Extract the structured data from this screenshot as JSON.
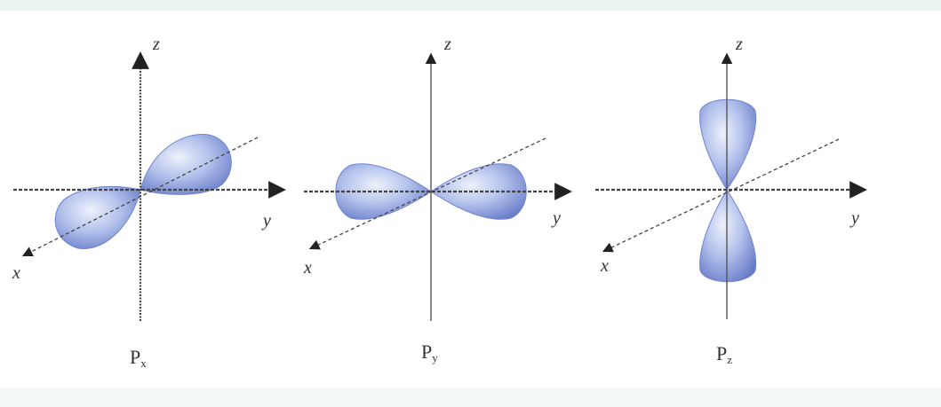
{
  "figure": {
    "panels": [
      {
        "id": "px",
        "label": "P",
        "subscript": "x",
        "axes": {
          "z": "z",
          "y": "y",
          "x": "x"
        }
      },
      {
        "id": "py",
        "label": "P",
        "subscript": "y",
        "axes": {
          "z": "z",
          "y": "y",
          "x": "x"
        }
      },
      {
        "id": "pz",
        "label": "P",
        "subscript": "z",
        "axes": {
          "z": "z",
          "y": "y",
          "x": "x"
        }
      }
    ],
    "colors": {
      "lobe_light": "#dfe6f7",
      "lobe_mid": "#9fb0e4",
      "lobe_dark": "#5f74c4",
      "axis": "#444444",
      "top_band": "#e9f4f2"
    }
  }
}
